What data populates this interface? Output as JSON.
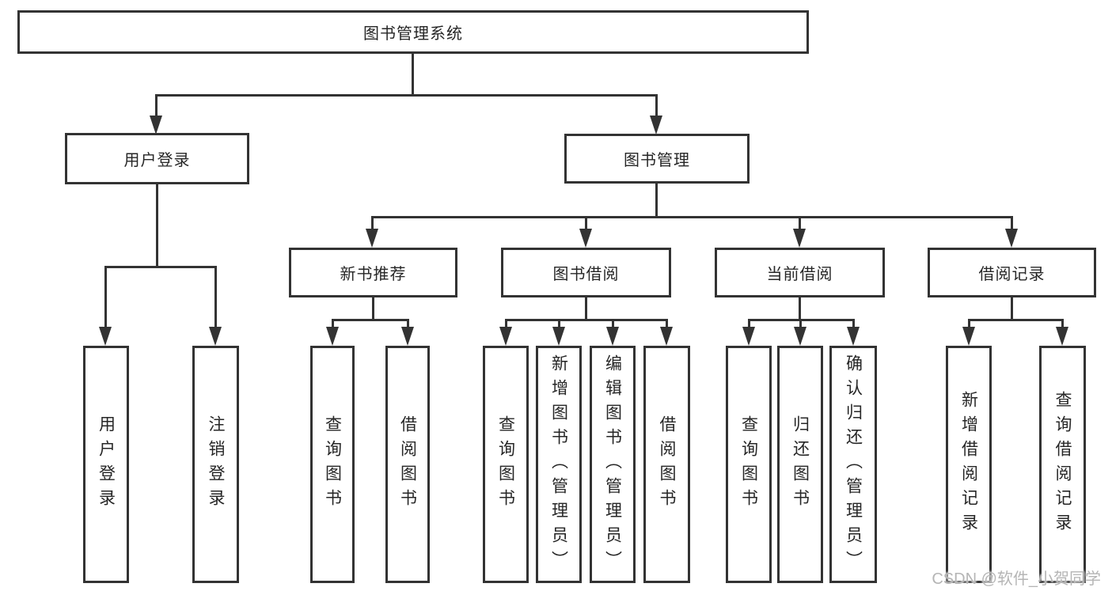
{
  "colors": {
    "line": "#333333",
    "text": "#262626",
    "watermark": "#b5b5b5",
    "background": "#ffffff"
  },
  "diagram": {
    "type": "hierarchy-tree",
    "nodes": {
      "root": "图书管理系统",
      "user_login": "用户登录",
      "book_mgmt": "图书管理",
      "new_book_rec": "新书推荐",
      "book_borrow": "图书借阅",
      "current_borrow": "当前借阅",
      "borrow_records": "借阅记录",
      "leaf_user_login": "用户登录",
      "leaf_logout": "注销登录",
      "leaf_nbr_query": "查询图书",
      "leaf_nbr_borrow": "借阅图书",
      "leaf_bb_query": "查询图书",
      "leaf_bb_add": "新增图书（管理员）",
      "leaf_bb_edit": "编辑图书（管理员）",
      "leaf_bb_borrow": "借阅图书",
      "leaf_cb_query": "查询图书",
      "leaf_cb_return": "归还图书",
      "leaf_cb_confirm": "确认归还（管理员）",
      "leaf_br_add": "新增借阅记录",
      "leaf_br_query": "查询借阅记录"
    },
    "edges": [
      [
        "root",
        "user_login"
      ],
      [
        "root",
        "book_mgmt"
      ],
      [
        "user_login",
        "leaf_user_login"
      ],
      [
        "user_login",
        "leaf_logout"
      ],
      [
        "book_mgmt",
        "new_book_rec"
      ],
      [
        "book_mgmt",
        "book_borrow"
      ],
      [
        "book_mgmt",
        "current_borrow"
      ],
      [
        "book_mgmt",
        "borrow_records"
      ],
      [
        "new_book_rec",
        "leaf_nbr_query"
      ],
      [
        "new_book_rec",
        "leaf_nbr_borrow"
      ],
      [
        "book_borrow",
        "leaf_bb_query"
      ],
      [
        "book_borrow",
        "leaf_bb_add"
      ],
      [
        "book_borrow",
        "leaf_bb_edit"
      ],
      [
        "book_borrow",
        "leaf_bb_borrow"
      ],
      [
        "current_borrow",
        "leaf_cb_query"
      ],
      [
        "current_borrow",
        "leaf_cb_return"
      ],
      [
        "current_borrow",
        "leaf_cb_confirm"
      ],
      [
        "borrow_records",
        "leaf_br_add"
      ],
      [
        "borrow_records",
        "leaf_br_query"
      ]
    ]
  },
  "watermark": "CSDN @软件_小贺同学"
}
